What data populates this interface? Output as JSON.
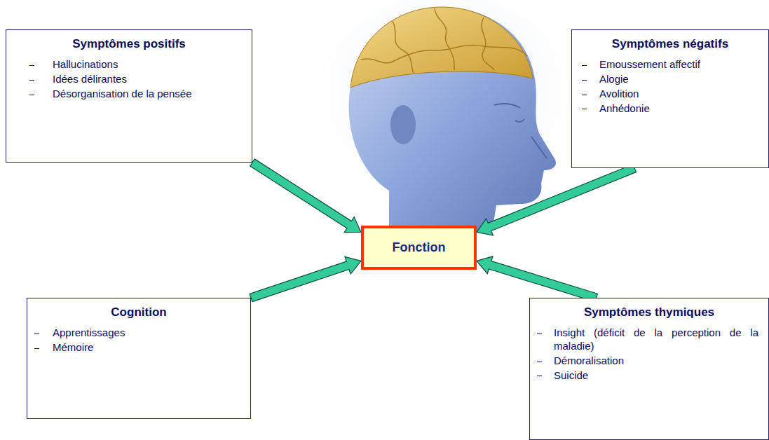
{
  "diagram": {
    "nodes": [
      {
        "text": [
          "Symptômes positifs",
          "Hallucinations",
          "Idées délirantes",
          "Désorganisation de la pensée"
        ]
      },
      {
        "text": [
          "Symptômes négatifs",
          "Emoussement affectif",
          "Alogie",
          "Avolition",
          "Anhédonie"
        ]
      },
      {
        "text": [
          "Fonction"
        ]
      },
      {
        "text": [
          "Cognition",
          "Apprentissages",
          "Mémoire"
        ]
      },
      {
        "text": [
          "Symptômes thymiques",
          "Insight (déficit de la perception de la maladie)",
          "Démoralisation",
          "Suicide"
        ]
      }
    ],
    "edges": [
      {
        "from": 0,
        "to": 2,
        "arrow": "to"
      },
      {
        "from": 1,
        "to": 2,
        "arrow": "to"
      },
      {
        "from": 3,
        "to": 2,
        "arrow": "to"
      },
      {
        "from": 4,
        "to": 2,
        "arrow": "to"
      }
    ]
  }
}
